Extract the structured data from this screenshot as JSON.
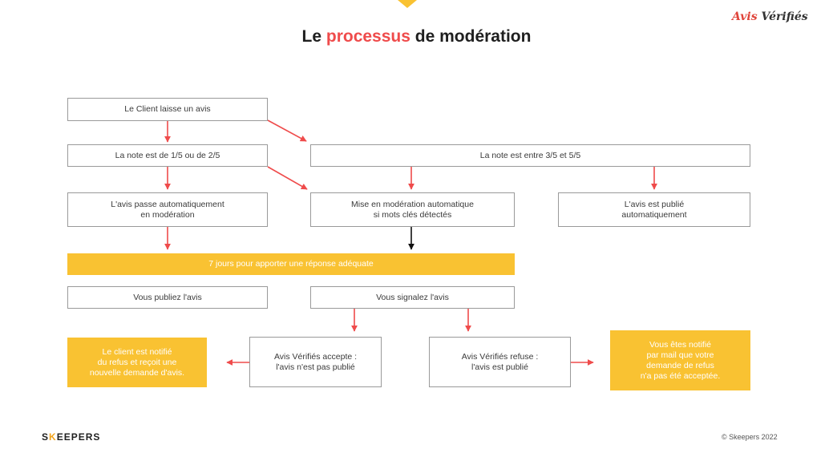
{
  "header": {
    "title_pre": "Le ",
    "title_highlight": "processus",
    "title_post": " de modération",
    "logo_part1": "Avis ",
    "logo_part2": "Vérifiés"
  },
  "boxes": {
    "client_leaves": "Le Client laisse un avis",
    "note_low": "La note est de 1/5 ou de 2/5",
    "note_high": "La note est entre 3/5 et 5/5",
    "auto_moderation_low": "L'avis passe automatiquement\nen modération",
    "auto_moderation_keywords": "Mise en modération automatique\nsi mots clés détectés",
    "auto_published": "L'avis est publié\nautomatiquement",
    "seven_days": "7 jours pour apporter une réponse adéquate",
    "you_publish": "Vous publiez l'avis",
    "you_report": "Vous signalez l'avis",
    "av_accepts": "Avis Vérifiés accepte :\nl'avis n'est pas publié",
    "av_refuses": "Avis Vérifiés refuse :\nl'avis est publié",
    "client_notified": "Le client est notifié\ndu refus et reçoit une\nnouvelle demande d'avis.",
    "you_notified": "Vous êtes notifié\npar mail que votre\ndemande de refus\nn'a pas été acceptée."
  },
  "footer": {
    "brand_pre": "S",
    "brand_k": "K",
    "brand_post": "EEPERS",
    "copyright": "© Skeepers 2022"
  },
  "colors": {
    "arrow_red": "#ef4b4b",
    "arrow_black": "#111111",
    "highlight_yellow": "#f9c232",
    "title_accent": "#ef4b4b"
  }
}
